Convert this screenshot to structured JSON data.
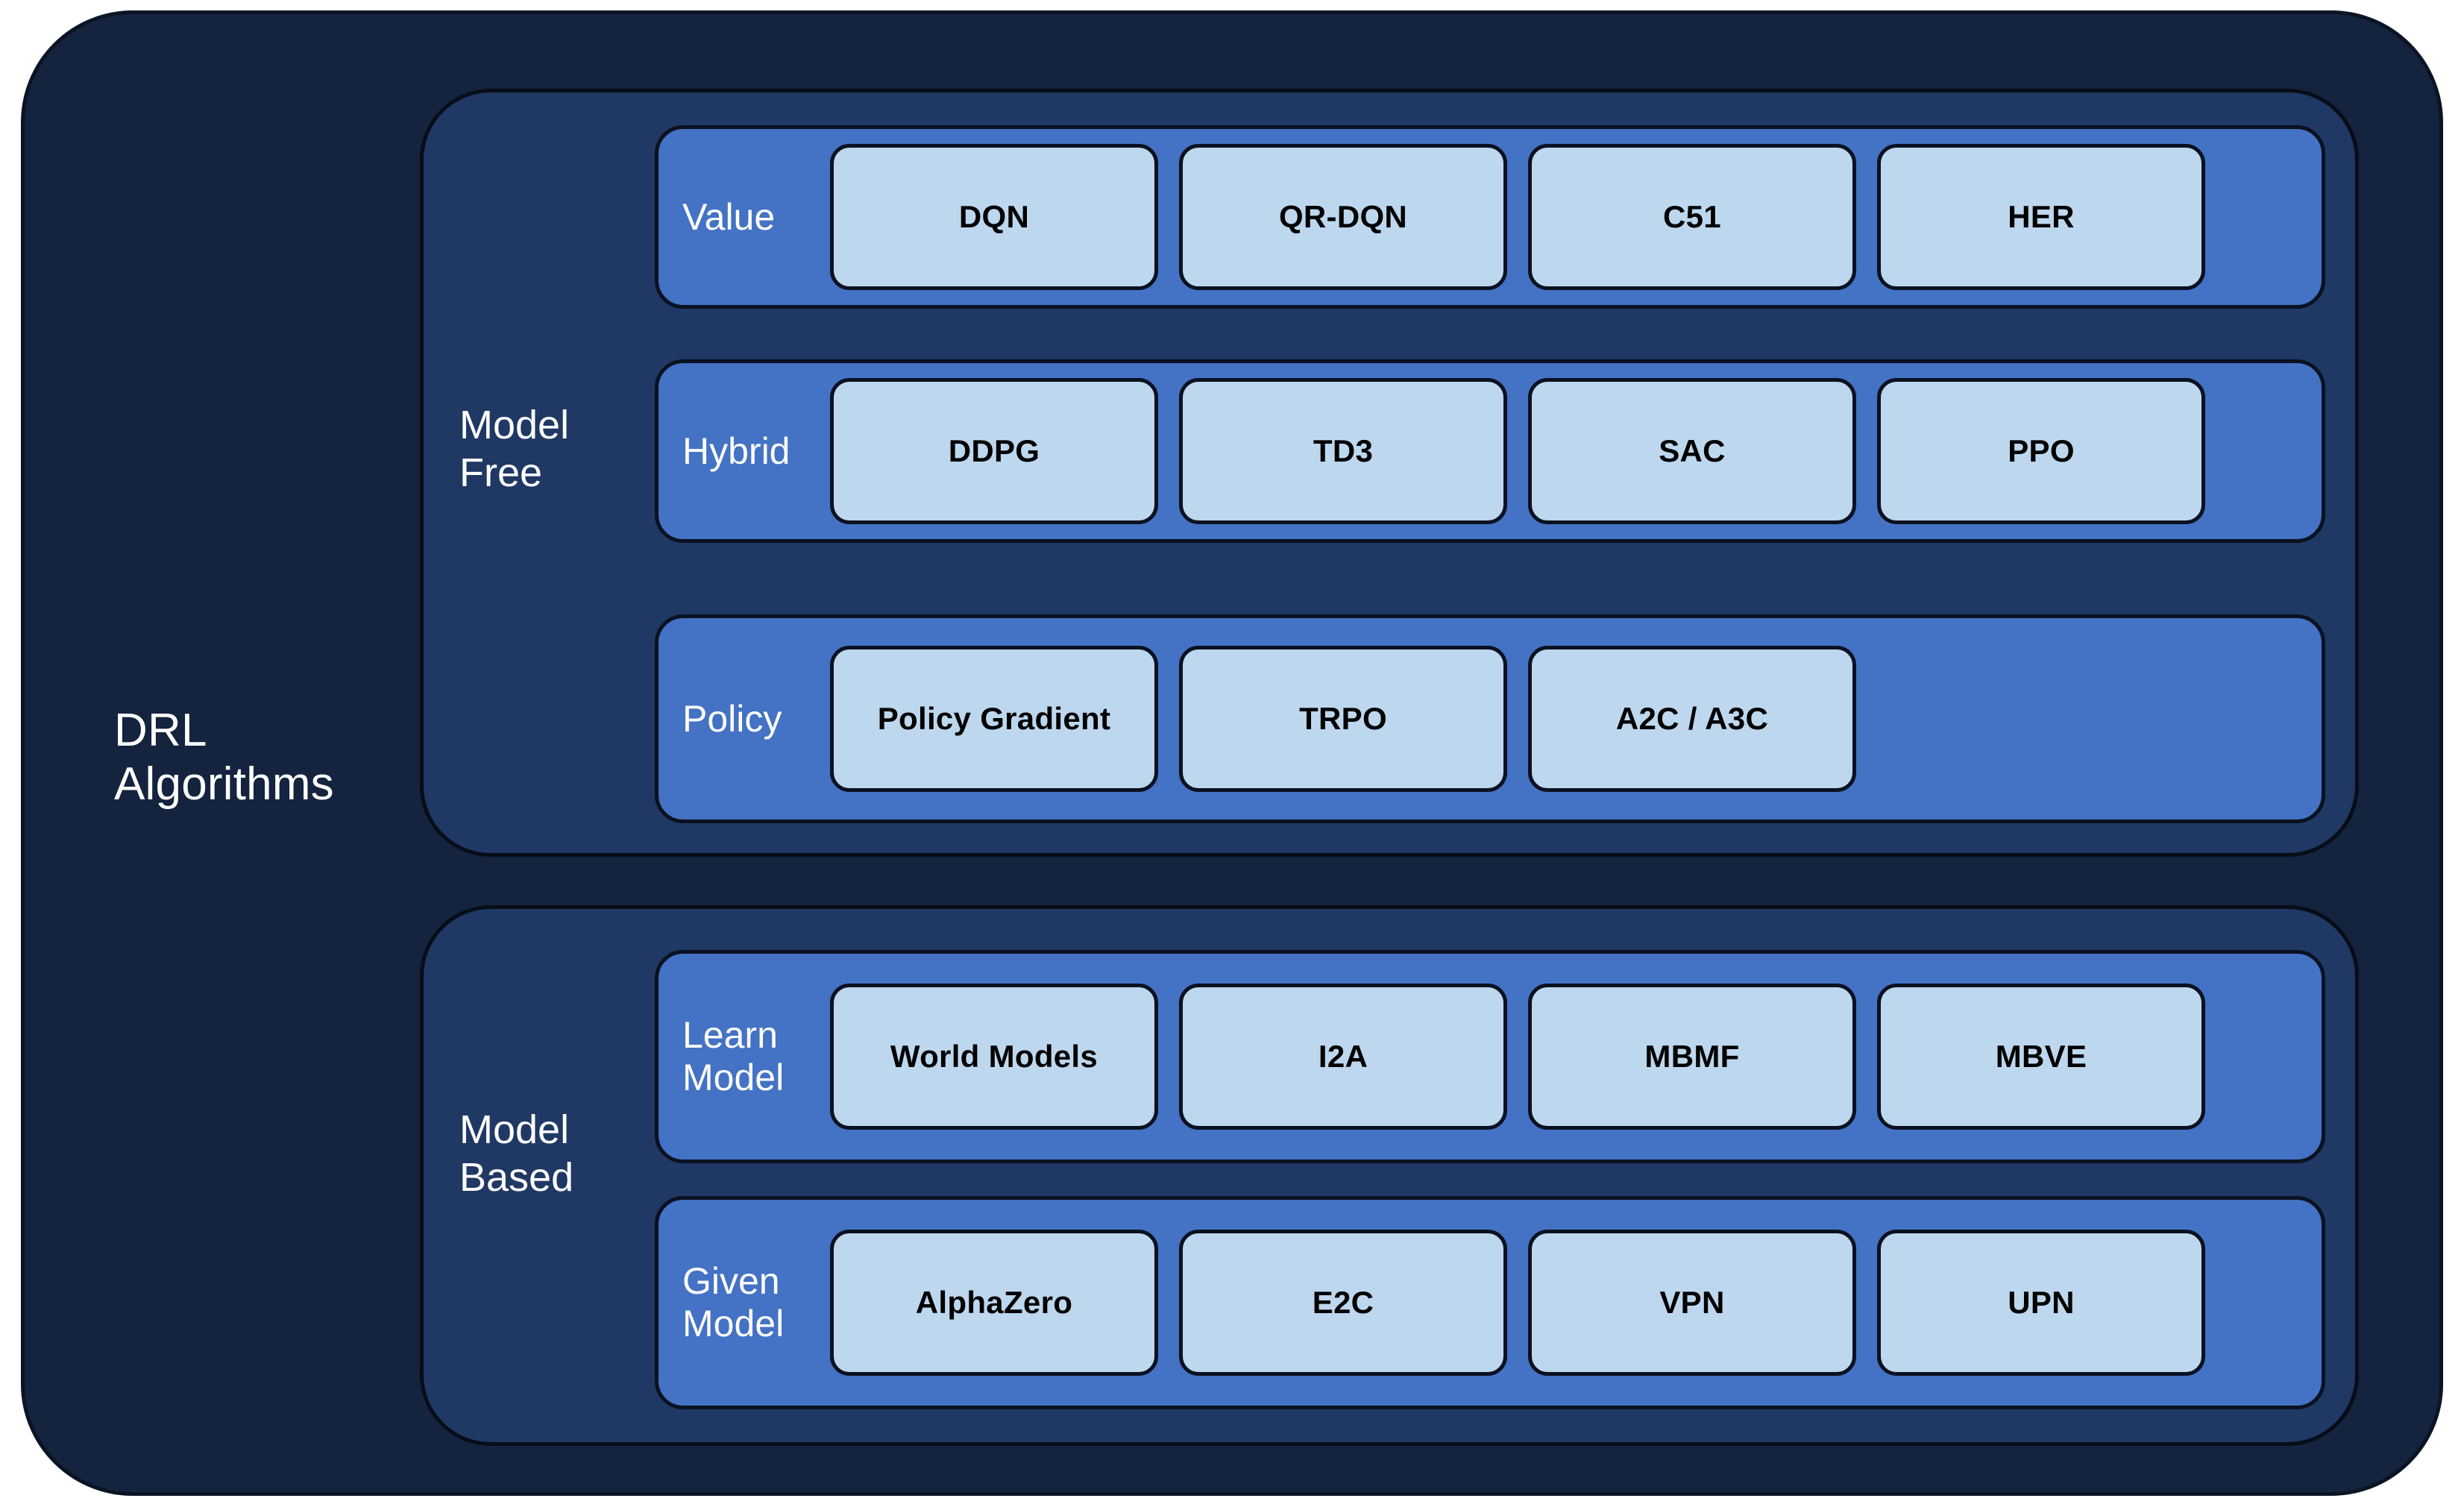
{
  "diagram": {
    "title": "DRL Algorithms",
    "root_label": "DRL\nAlgorithms",
    "colors": {
      "outer_shell": "#14233E",
      "family_container": "#1F3864",
      "category_row": "#4472C4",
      "chip_fill": "#BDD7EE",
      "stroke": "#000000",
      "label_text": "#FFFFFF",
      "chip_text": "#000000",
      "page_background": "#FFFFFF"
    },
    "families": [
      {
        "id": "model-free",
        "label": "Model\nFree",
        "categories": [
          {
            "id": "value",
            "label": "Value",
            "items": [
              "DQN",
              "QR-DQN",
              "C51",
              "HER"
            ]
          },
          {
            "id": "hybrid",
            "label": "Hybrid",
            "items": [
              "DDPG",
              "TD3",
              "SAC",
              "PPO"
            ]
          },
          {
            "id": "policy",
            "label": "Policy",
            "items": [
              "Policy Gradient",
              "TRPO",
              "A2C / A3C"
            ]
          }
        ]
      },
      {
        "id": "model-based",
        "label": "Model\nBased",
        "categories": [
          {
            "id": "learn-model",
            "label": "Learn\nModel",
            "items": [
              "World Models",
              "I2A",
              "MBMF",
              "MBVE"
            ]
          },
          {
            "id": "given-model",
            "label": "Given\nModel",
            "items": [
              "AlphaZero",
              "E2C",
              "VPN",
              "UPN"
            ]
          }
        ]
      }
    ]
  }
}
